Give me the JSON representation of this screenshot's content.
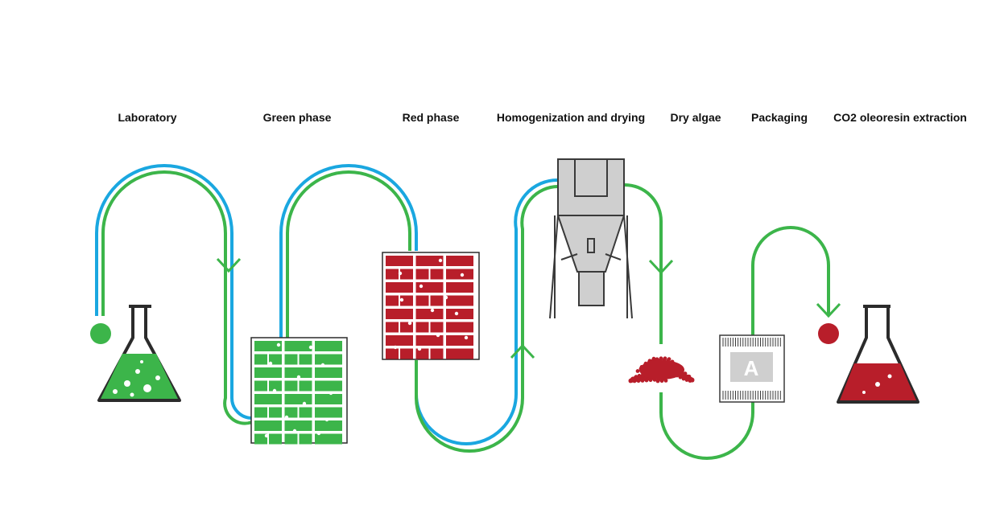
{
  "stages": [
    {
      "label": "Laboratory"
    },
    {
      "label": "Green phase"
    },
    {
      "label": "Red phase"
    },
    {
      "label": "Homogenization and drying"
    },
    {
      "label": "Dry algae"
    },
    {
      "label": "Packaging"
    },
    {
      "label": "CO2 oleoresin extraction"
    }
  ],
  "package_letter": "A",
  "colors": {
    "green": "#3cb54a",
    "blue": "#1aa7e0",
    "red": "#b81e2a",
    "grey": "#cfcfcf",
    "outline": "#3a3a3a"
  }
}
